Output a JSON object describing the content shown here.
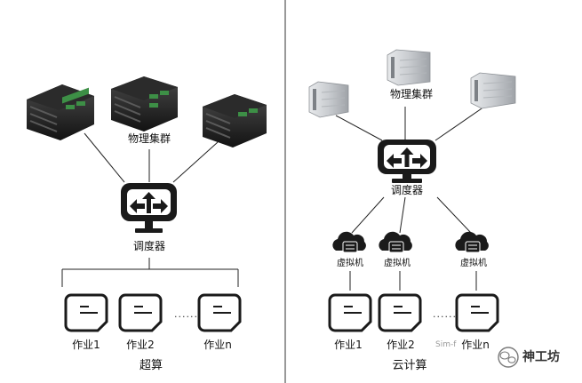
{
  "left": {
    "cluster_label": "物理集群",
    "scheduler_label": "调度器",
    "jobs": [
      "作业1",
      "作业2",
      "作业n"
    ],
    "ellipsis": "......",
    "caption": "超算"
  },
  "right": {
    "cluster_label": "物理集群",
    "scheduler_label": "调度器",
    "vms": [
      "虚拟机",
      "虚拟机",
      "虚拟机"
    ],
    "jobs": [
      "作业1",
      "作业2",
      "作业n"
    ],
    "ellipsis": "......",
    "caption": "云计算"
  },
  "watermark_text": "Sim-f",
  "brand": {
    "name": "神工坊",
    "icon": "wechat-icon"
  },
  "colors": {
    "line": "#222222",
    "icon_dark": "#1a1a1a",
    "server_gray": "#cfd2d6",
    "green": "#3d8f46"
  }
}
